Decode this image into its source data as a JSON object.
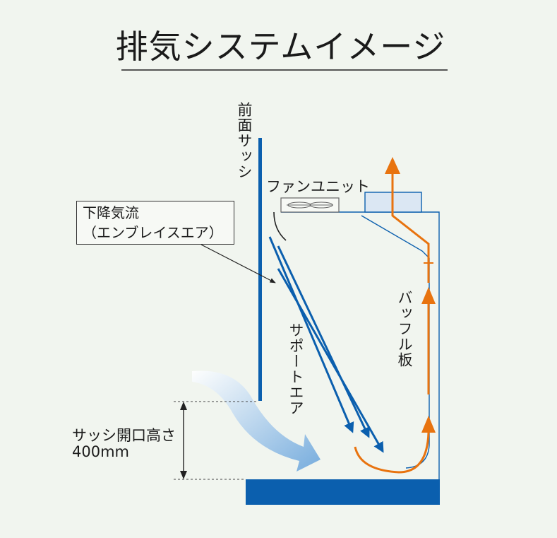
{
  "title": "排気システムイメージ",
  "labels": {
    "front_sash": "前面サッシ",
    "fan_unit": "ファンユニット",
    "downflow_line1": "下降気流",
    "downflow_line2": "（エンブレイスエア）",
    "support_air": "サポートエア",
    "baffle": "バッフル板",
    "sash_opening_line1": "サッシ開口高さ",
    "sash_opening_line2": "400mm"
  },
  "colors": {
    "blue": "#0b5fae",
    "orange": "#e8730f",
    "background": "#f1f5ef"
  }
}
